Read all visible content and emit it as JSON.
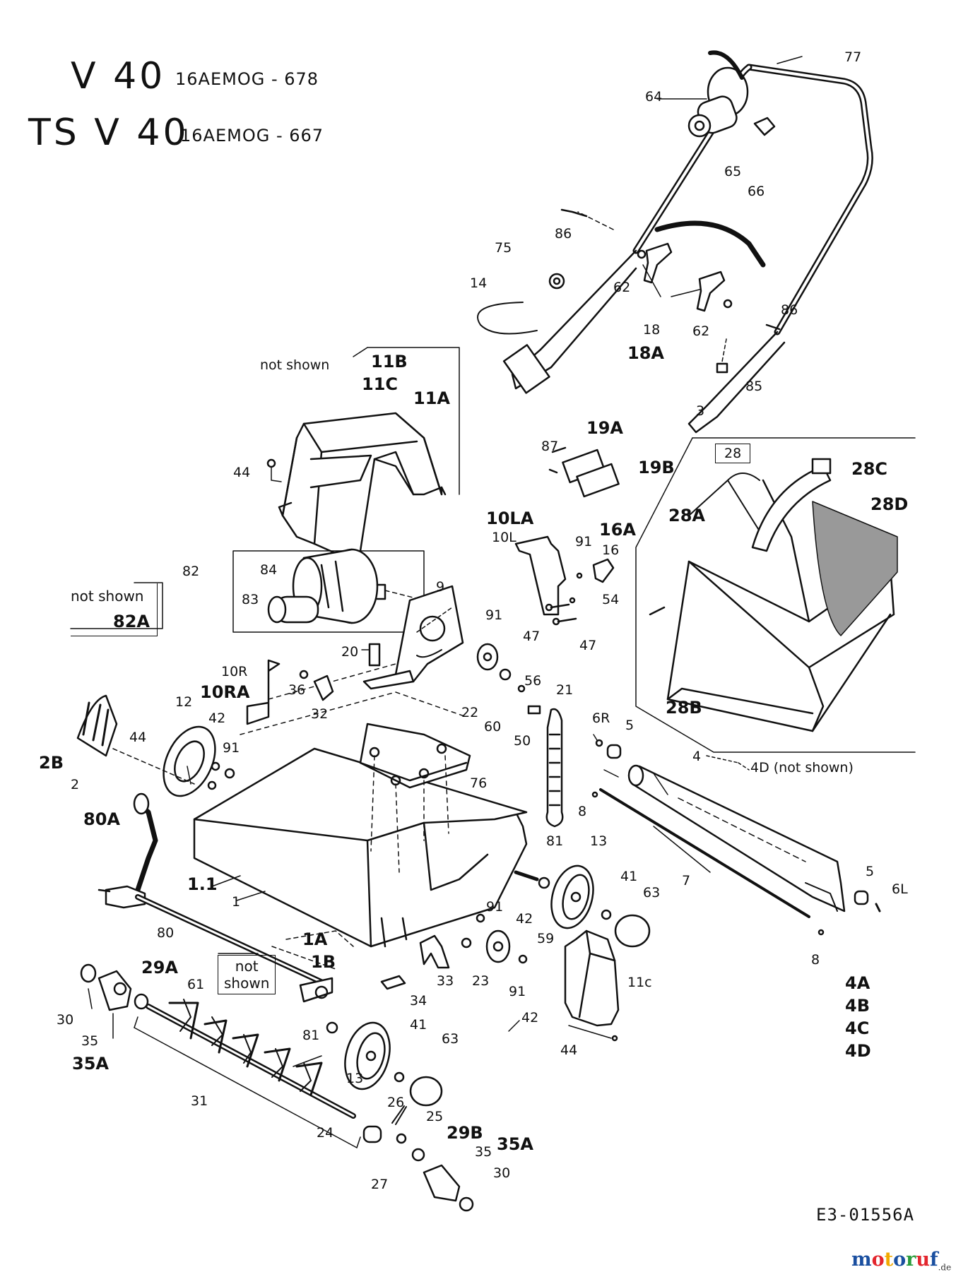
{
  "titles": {
    "model_1": "V 40",
    "model_1_code": "16AEMOG - 678",
    "model_2": "TS V 40",
    "model_2_code": "16AEMOG - 667"
  },
  "reference": "E3-01556A",
  "notes": {
    "not_shown": "not shown",
    "not_shown_line1": "not",
    "not_shown_line2": "shown",
    "label_4d_not_shown": "4D (not shown)"
  },
  "box_28": "28",
  "parts": {
    "p77": "77",
    "p64": "64",
    "p65": "65",
    "p66": "66",
    "p86a": "86",
    "p86b": "86",
    "p75": "75",
    "p14": "14",
    "p62a": "62",
    "p62b": "62",
    "p18": "18",
    "p18A": "18A",
    "p85": "85",
    "p3": "3",
    "p11B": "11B",
    "p11C": "11C",
    "p11A": "11A",
    "p44a": "44",
    "p87": "87",
    "p19A": "19A",
    "p19B": "19B",
    "p28C": "28C",
    "p28D": "28D",
    "p28A": "28A",
    "p10LA": "10LA",
    "p10L": "10L",
    "p16A": "16A",
    "p91a": "91",
    "p16": "16",
    "p54": "54",
    "p82": "82",
    "p84": "84",
    "p83": "83",
    "p82A": "82A",
    "p9": "9",
    "p91b": "91",
    "p47a": "47",
    "p47b": "47",
    "p20": "20",
    "p10R": "10R",
    "p10RA": "10RA",
    "p36": "36",
    "p32": "32",
    "p12": "12",
    "p22": "22",
    "p56": "56",
    "p60": "60",
    "p21": "21",
    "p50": "50",
    "p28B": "28B",
    "p44b": "44",
    "p42a": "42",
    "p2B": "2B",
    "p2": "2",
    "p91c": "91",
    "p6R": "6R",
    "p5a": "5",
    "p76": "76",
    "p4": "4",
    "p8a": "8",
    "p80A": "80A",
    "p81a": "81",
    "p13a": "13",
    "p41a": "41",
    "p63a": "63",
    "p1_1": "1.1",
    "p1": "1",
    "p7": "7",
    "p5b": "5",
    "p6L": "6L",
    "p80": "80",
    "p1A": "1A",
    "p1B": "1B",
    "p91d": "91",
    "p42b": "42",
    "p59": "59",
    "p11c": "11c",
    "p8b": "8",
    "p33": "33",
    "p23": "23",
    "p4A": "4A",
    "p4B": "4B",
    "p4C": "4C",
    "p4D": "4D",
    "p29A": "29A",
    "p61": "61",
    "p34": "34",
    "p91e": "91",
    "p42c": "42",
    "p30a": "30",
    "p35a": "35",
    "p35A_a": "35A",
    "p81b": "81",
    "p41b": "41",
    "p63b": "63",
    "p13b": "13",
    "p44c": "44",
    "p31": "31",
    "p26": "26",
    "p25": "25",
    "p24": "24",
    "p29B": "29B",
    "p35b": "35",
    "p35A_b": "35A",
    "p27": "27",
    "p30b": "30"
  },
  "logo": {
    "letters": [
      "m",
      "o",
      "t",
      "o",
      "r",
      "u",
      "f"
    ],
    "colors": [
      "#1a4fa0",
      "#e3262e",
      "#f2a900",
      "#1a4fa0",
      "#2a9d3c",
      "#e3262e",
      "#1a4fa0"
    ],
    "suffix": ".de"
  }
}
